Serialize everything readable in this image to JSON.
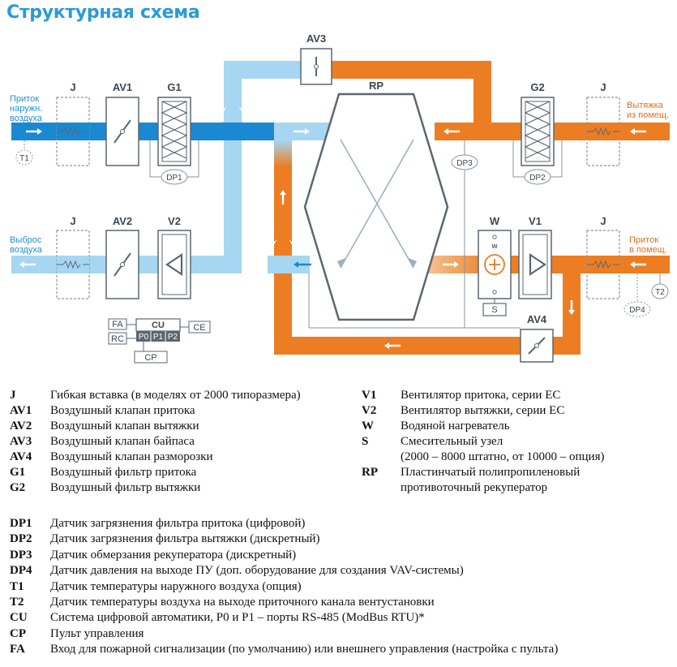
{
  "title": "Структурная схема",
  "diagram": {
    "components": {
      "J": "J",
      "AV1": "AV1",
      "G1": "G1",
      "AV3": "AV3",
      "RP": "RP",
      "G2": "G2",
      "AV2": "AV2",
      "V2": "V2",
      "W": "W",
      "V1": "V1",
      "AV4": "AV4",
      "W_small": "w",
      "S": "S",
      "CU": "CU",
      "FA": "FA",
      "RC": "RC",
      "CE": "CE",
      "CP": "CP",
      "P0": "P0",
      "P1": "P1",
      "P2": "P2"
    },
    "sensors": {
      "T1": "T1",
      "T2": "T2",
      "DP1": "DP1",
      "DP2": "DP2",
      "DP3": "DP3",
      "DP4": "DP4"
    },
    "side_labels": {
      "intake": [
        "Приток",
        "наружн.",
        "воздуха"
      ],
      "exhaust_in": [
        "Вытяжка",
        "из помещ."
      ],
      "discharge": [
        "Выброс",
        "воздуха"
      ],
      "supply_out": [
        "Приток",
        "в помещ."
      ]
    },
    "colors": {
      "cold_dark": "#1b88d2",
      "cold_light": "#a6d6f2",
      "warm": "#ec7d22",
      "device": "#5b6771",
      "line": "#8b959d"
    }
  },
  "legend": {
    "left_col": [
      {
        "key": "J",
        "text": "Гибкая вставка (в моделях от 2000 типоразмера)"
      },
      {
        "key": "AV1",
        "text": "Воздушный клапан притока"
      },
      {
        "key": "AV2",
        "text": "Воздушный клапан вытяжки"
      },
      {
        "key": "AV3",
        "text": "Воздушный клапан байпаса"
      },
      {
        "key": "AV4",
        "text": "Воздушный клапан разморозки"
      },
      {
        "key": "G1",
        "text": "Воздушный фильтр притока"
      },
      {
        "key": "G2",
        "text": "Воздушный фильтр вытяжки"
      }
    ],
    "right_col": [
      {
        "key": "V1",
        "text": "Вентилятор притока, серии EC"
      },
      {
        "key": "V2",
        "text": "Вентилятор вытяжки, серии EC"
      },
      {
        "key": "W",
        "text": "Водяной нагреватель"
      },
      {
        "key": "S",
        "text": "Смесительный узел"
      },
      {
        "key": "",
        "text": "(2000 – 8000 штатно, от 10000 – опция)"
      },
      {
        "key": "RP",
        "text": "Пластинчатый полипропиленовый"
      },
      {
        "key": "",
        "text": "противоточный рекуператор"
      }
    ],
    "bottom": [
      {
        "key": "DP1",
        "text": "Датчик загрязнения фильтра притока (цифровой)"
      },
      {
        "key": "DP2",
        "text": "Датчик загрязнения фильтра вытяжки (дискретный)"
      },
      {
        "key": "DP3",
        "text": "Датчик обмерзания рекуператора (дискретный)"
      },
      {
        "key": "DP4",
        "text": "Датчик давления на выходе ПУ (доп. оборудование для создания VAV-системы)"
      },
      {
        "key": "T1",
        "text": "Датчик температуры наружного воздуха (опция)"
      },
      {
        "key": "T2",
        "text": "Датчик температуры воздуха на выходе приточного канала вентустановки"
      },
      {
        "key": "CU",
        "text": "Система цифровой автоматики, P0 и P1 – порты RS-485 (ModBus RTU)*"
      },
      {
        "key": "CP",
        "text": "Пульт управления"
      },
      {
        "key": "FA",
        "text": "Вход для пожарной сигнализации (по умолчанию) или внешнего управления (настройка с пульта)"
      }
    ]
  }
}
